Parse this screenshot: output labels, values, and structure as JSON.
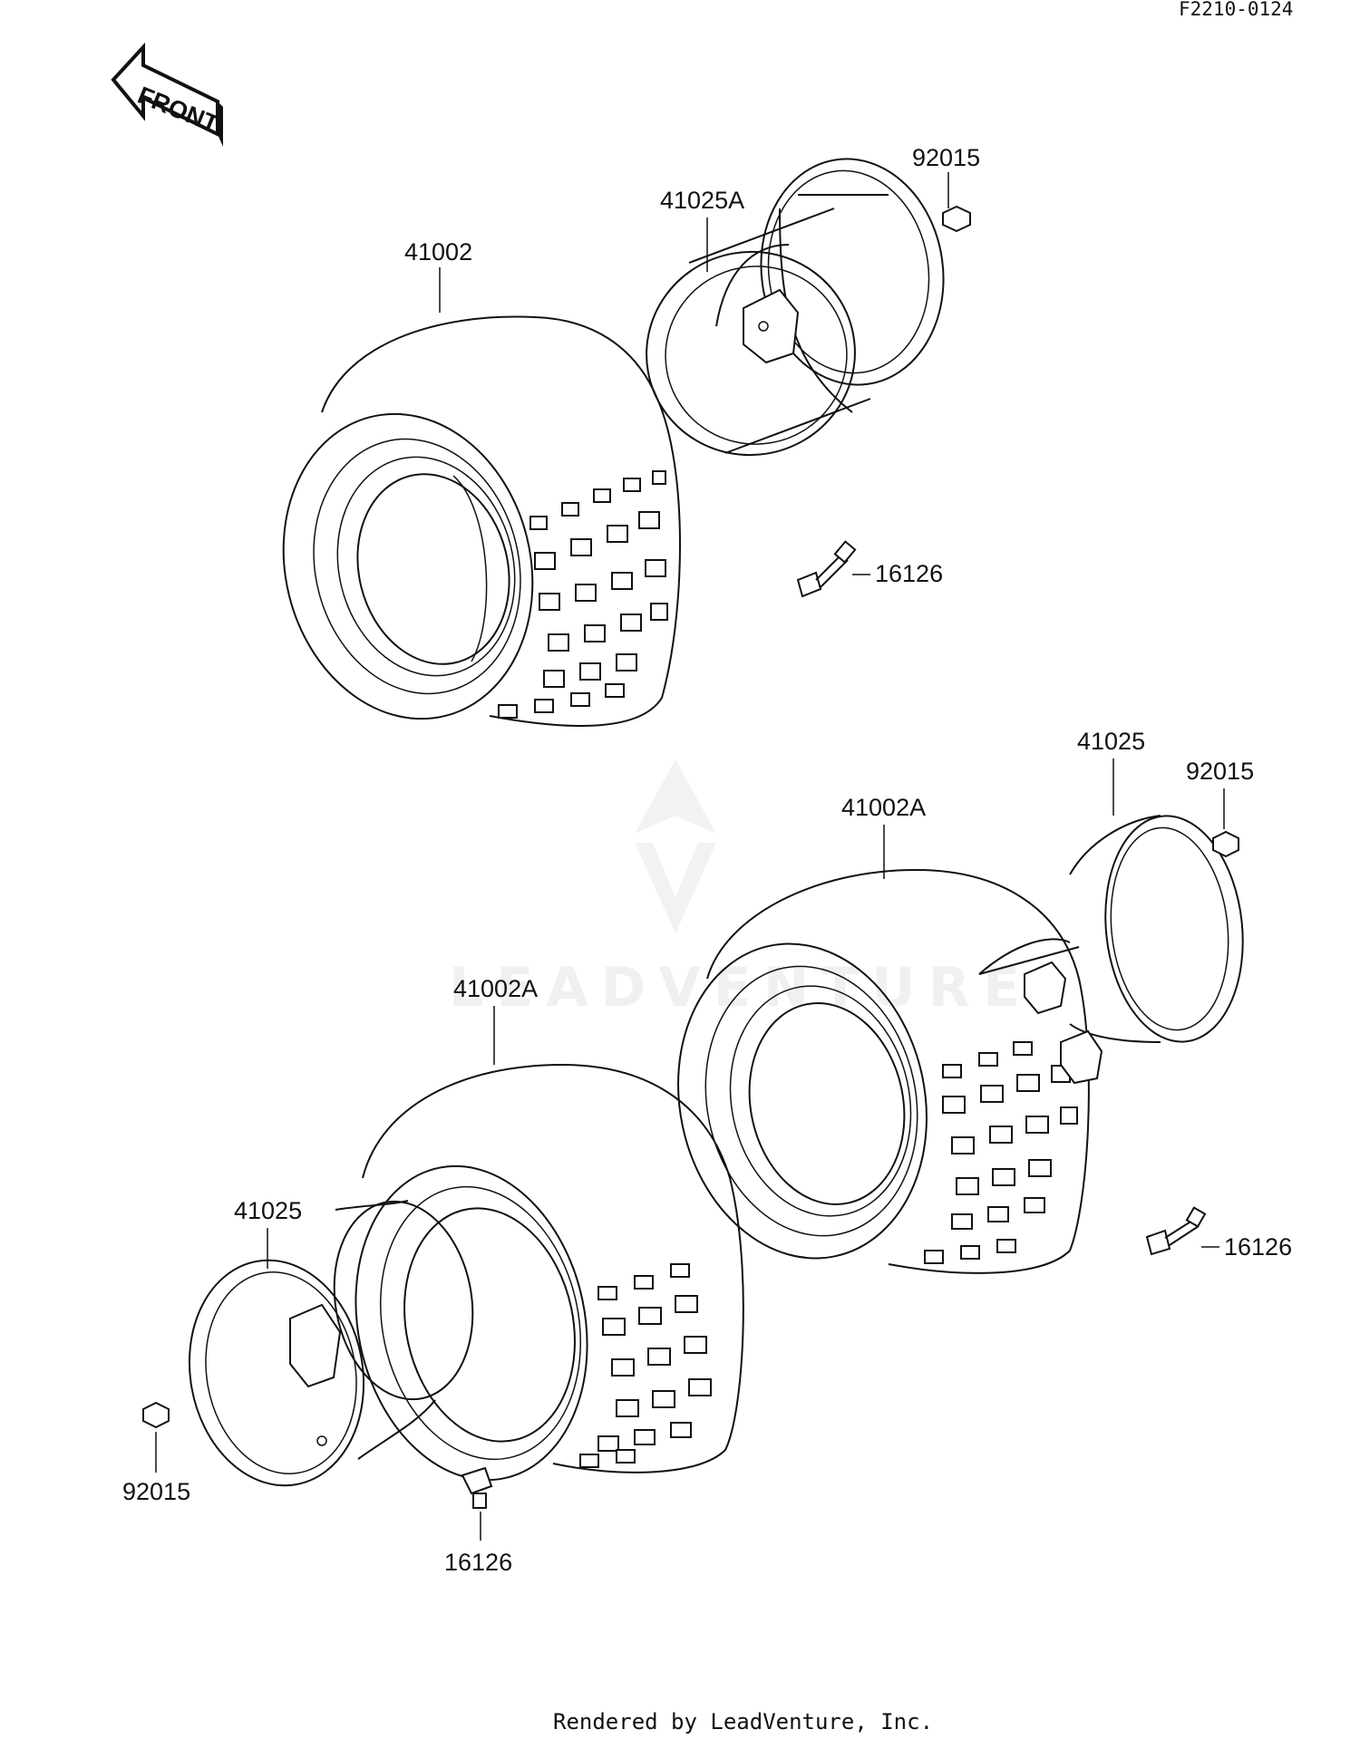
{
  "diagram_code": "F2210-0124",
  "front_arrow_label": "FRONT",
  "watermark_text": "LEADVENTURE",
  "footer_text": "Rendered by LeadVenture, Inc.",
  "callouts": [
    {
      "id": "a",
      "label": "92015"
    },
    {
      "id": "b",
      "label": "41025A"
    },
    {
      "id": "c",
      "label": "41002"
    },
    {
      "id": "d",
      "label": "16126"
    },
    {
      "id": "e",
      "label": "41025"
    },
    {
      "id": "f",
      "label": "92015"
    },
    {
      "id": "g",
      "label": "41002A"
    },
    {
      "id": "h",
      "label": "41002A"
    },
    {
      "id": "i",
      "label": "16126"
    },
    {
      "id": "j",
      "label": "41025"
    },
    {
      "id": "k",
      "label": "92015"
    },
    {
      "id": "l",
      "label": "16126"
    }
  ],
  "colors": {
    "line": "#111111",
    "background": "#ffffff"
  }
}
